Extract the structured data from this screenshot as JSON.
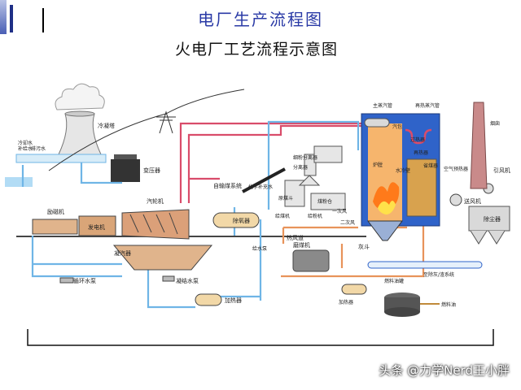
{
  "header": {
    "title": "电厂生产流程图",
    "subtitle": "火电厂工艺流程示意图"
  },
  "labels": {
    "cooling_tower": "冷凝塔",
    "transformer": "变压器",
    "cooling_water_in": "冷却水",
    "cooling_water_add": "补给水",
    "cooling_water_drain": "排污水",
    "exciter": "励磁机",
    "generator": "发电机",
    "turbine": "汽轮机",
    "condenser": "凝汽器",
    "circ_pump": "循环水泵",
    "condensate_pump": "凝结水泵",
    "heater_lp": "加热器",
    "deaerator": "除氧器",
    "feedwater_pump": "给水泵",
    "makeup_water": "化学补充水",
    "coal_conveyor": "自输煤系统",
    "coal_bunker": "原煤斗",
    "feeder": "给煤机",
    "coal_powder_bin": "煤粉仓",
    "separator": "分离器",
    "fine_separator": "细粉分离器",
    "powder_feeder": "给粉机",
    "primary_air": "一次风",
    "secondary_air": "二次风",
    "hot_air": "热风道",
    "coal_mill": "磨煤机",
    "main_steam": "主蒸汽管",
    "reheat_steam": "再热蒸汽管",
    "drum": "汽包",
    "superheater": "过热器",
    "reheater": "再热器",
    "economizer": "省煤器",
    "air_preheater": "空气预热器",
    "furnace": "炉膛",
    "water_wall": "水冷壁",
    "ash_hopper": "灰斗",
    "fd_fan": "送风机",
    "id_fan": "引风机",
    "precipitator": "除尘器",
    "chimney": "烟囱",
    "ash_system": "至除灰/渣系统",
    "fuel_tank": "燃料油罐",
    "heater_oil": "加热器",
    "fuel_oil": "燃料油"
  },
  "colors": {
    "steam": "#d94c6a",
    "water": "#6fb5e6",
    "air": "#e8935a",
    "boiler_blue": "#2f63c9",
    "fire": "#ff7a1a",
    "deco": "#1f2f86"
  },
  "watermark": "头条 @力学Nerd王小胖"
}
